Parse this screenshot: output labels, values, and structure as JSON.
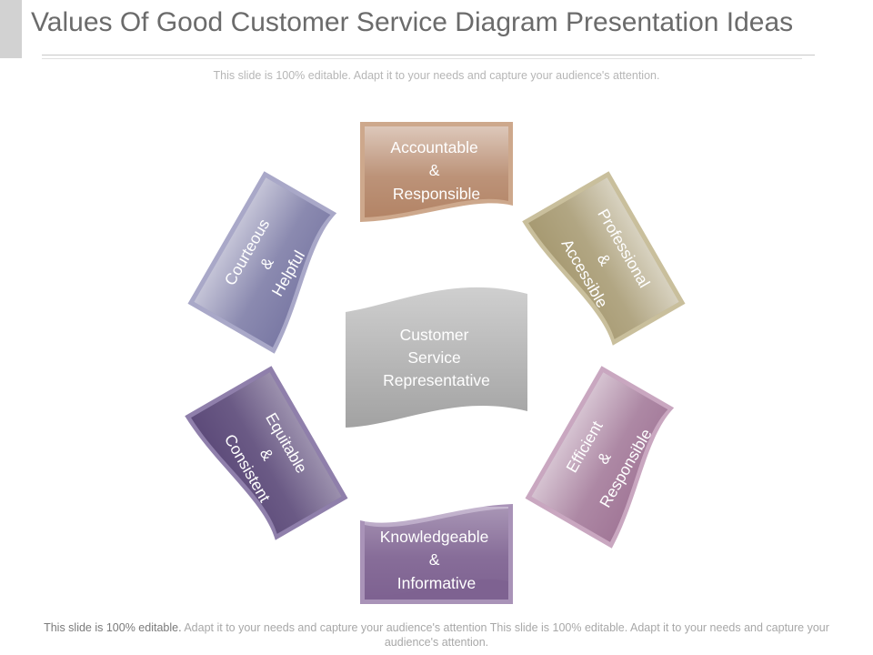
{
  "header": {
    "title": "Values Of Good Customer Service Diagram Presentation Ideas",
    "subtitle": "This slide is 100% editable. Adapt it to your needs and capture your audience's attention."
  },
  "diagram": {
    "center": {
      "lines": [
        "Customer",
        "Service",
        "Representative"
      ],
      "color": "#9e9e9e"
    },
    "cards": [
      {
        "id": "accountable",
        "lines": [
          "Accountable",
          "&",
          "Responsible"
        ],
        "color": "#b38466"
      },
      {
        "id": "professional",
        "lines": [
          "Professional",
          "&",
          "Accessible"
        ],
        "color": "#a79a72"
      },
      {
        "id": "efficient",
        "lines": [
          "Efficient",
          "&",
          "Responsible"
        ],
        "color": "#a27898"
      },
      {
        "id": "knowledgeable",
        "lines": [
          "Knowledgeable",
          "&",
          "Informative"
        ],
        "color": "#7e6291"
      },
      {
        "id": "equitable",
        "lines": [
          "Equitable",
          "&",
          "Consistent"
        ],
        "color": "#5d4b7a"
      },
      {
        "id": "courteous",
        "lines": [
          "Courteous",
          "&",
          "Helpful"
        ],
        "color": "#7b7aa5"
      }
    ]
  },
  "footer": {
    "lead": "This slide is 100% editable.",
    "rest": " Adapt it to your needs and capture your audience's attention This slide is 100% editable. Adapt it to your needs and capture your audience's attention."
  }
}
